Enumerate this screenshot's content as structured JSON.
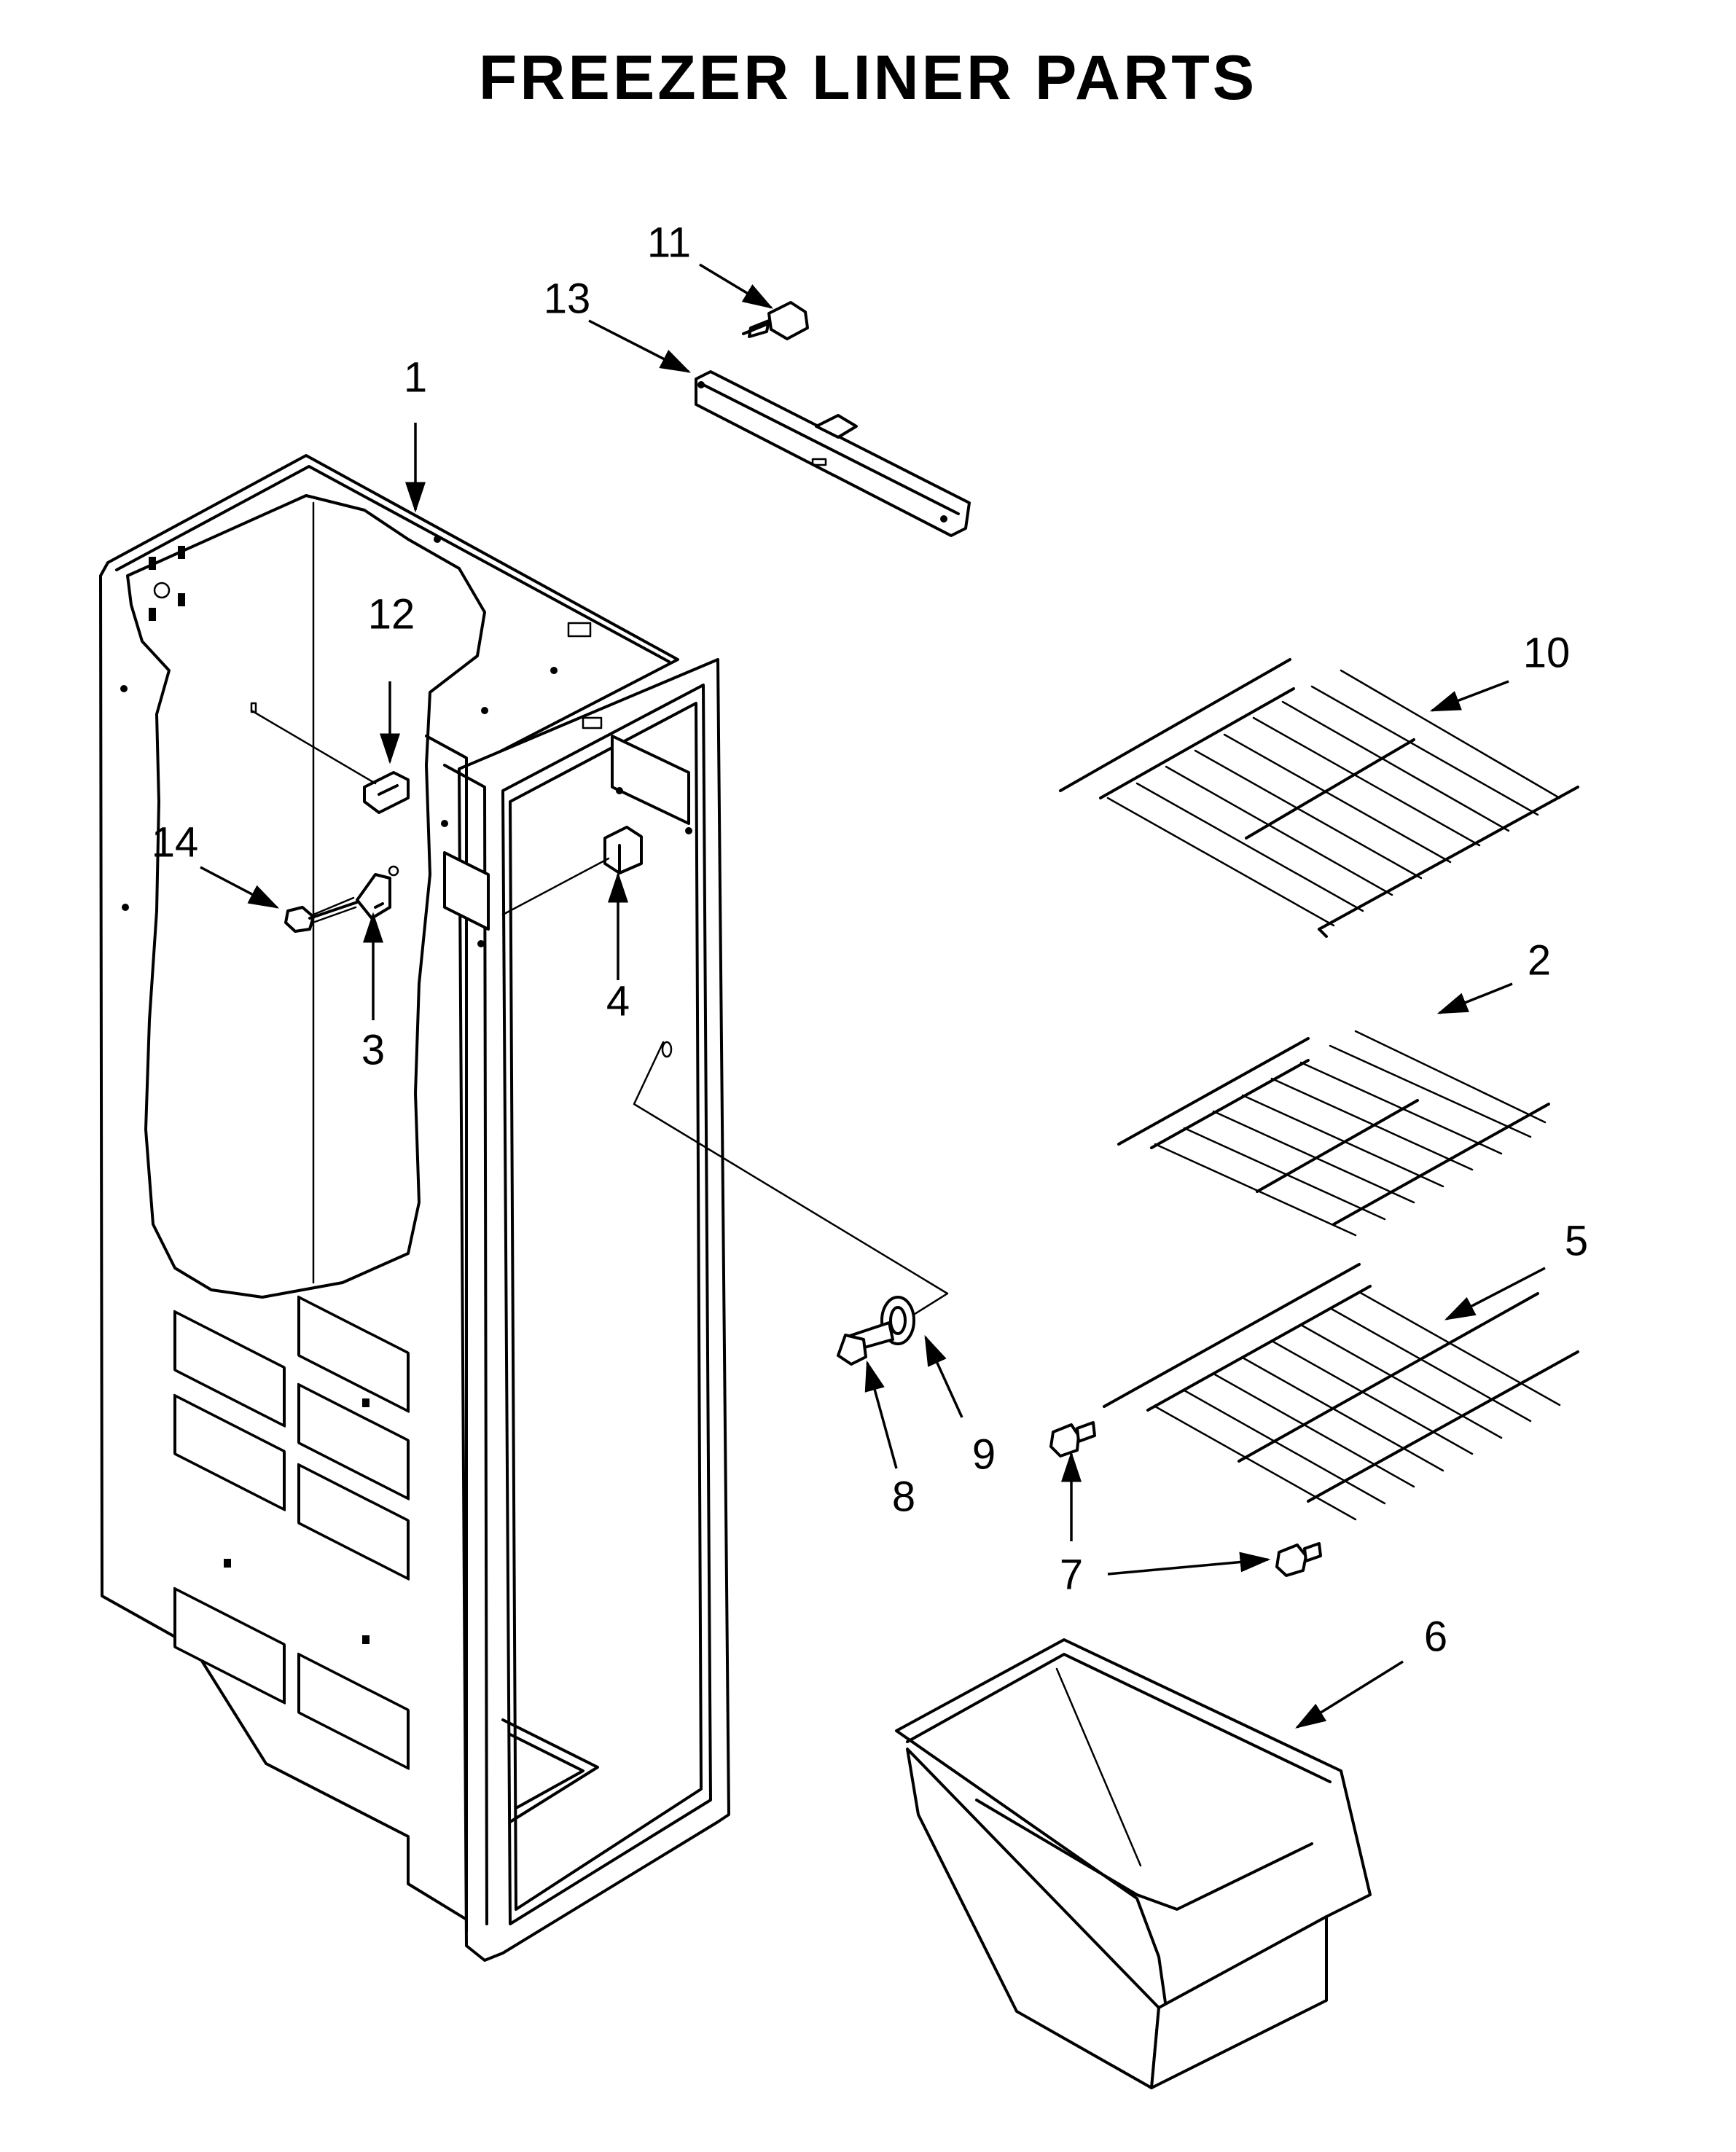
{
  "title": "FREEZER LINER PARTS",
  "callouts": [
    "1",
    "2",
    "3",
    "4",
    "5",
    "6",
    "7",
    "7",
    "8",
    "9",
    "10",
    "11",
    "12",
    "13",
    "14"
  ]
}
